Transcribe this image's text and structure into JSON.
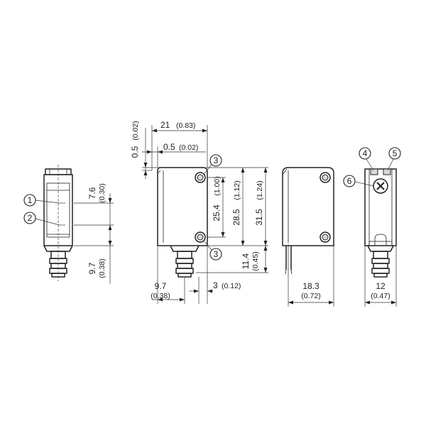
{
  "dimensions": {
    "width_21": "21",
    "width_21_in": "(0.83)",
    "offset_05_a": "0.5",
    "offset_05_a_in": "(0.02)",
    "offset_05_b": "0.5",
    "offset_05_b_in": "(0.02)",
    "height_254": "25.4",
    "height_254_in": "(1.00)",
    "height_285": "28.5",
    "height_285_in": "(1.12)",
    "height_315": "31.5",
    "height_315_in": "(1.24)",
    "height_114": "11.4",
    "height_114_in": "(0.45)",
    "left_76": "7.6",
    "left_76_in": "(0.30)",
    "left_97": "9.7",
    "left_97_in": "(0.38)",
    "front_97": "9.7",
    "front_97_in": "(0.38)",
    "front_3": "3",
    "front_3_in": "(0.12)",
    "side_183": "18.3",
    "side_183_in": "(0.72)",
    "rear_12": "12",
    "rear_12_in": "(0.47)"
  },
  "callouts": {
    "c1": "1",
    "c2": "2",
    "c3a": "3",
    "c3b": "3",
    "c4": "4",
    "c5": "5",
    "c6": "6"
  }
}
